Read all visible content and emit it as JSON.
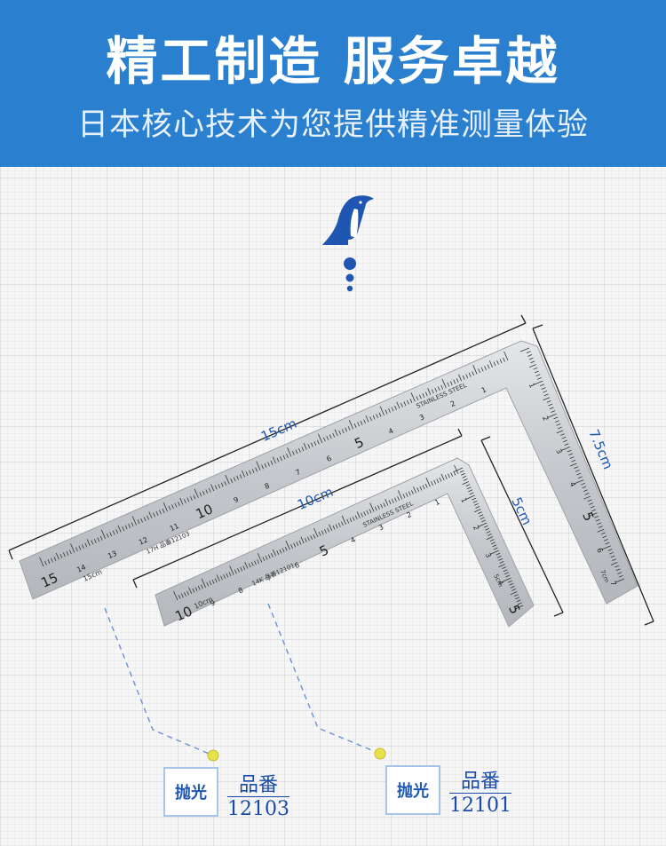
{
  "banner": {
    "title": "精工制造  服务卓越",
    "subtitle": "日本核心技术为您提供精准测量体验",
    "color": "#2a7fcf"
  },
  "logo": {
    "icon": "penguin-icon"
  },
  "rulers": {
    "large": {
      "long_numbers": [
        "15",
        "14",
        "13",
        "12",
        "11",
        "10",
        "9",
        "8",
        "7",
        "6",
        "5",
        "4",
        "3",
        "2",
        "1"
      ],
      "short_numbers": [
        "1",
        "2",
        "3",
        "4",
        "5",
        "6",
        "7"
      ],
      "short_end_label": "7cm",
      "unit_label": "15cm",
      "material": "STAINLESS STEEL",
      "code_text": "17H 品番12103",
      "dim_long": "15cm",
      "dim_short": "7.5cm"
    },
    "small": {
      "long_numbers": [
        "10",
        "9",
        "8",
        "7",
        "6",
        "5",
        "4",
        "3",
        "2",
        "1"
      ],
      "short_numbers": [
        "1",
        "2",
        "3",
        "4",
        "5"
      ],
      "short_end_label": "5cm",
      "unit_label": "10cm",
      "material": "STAINLESS STEEL",
      "code_text": "14K 品番12101",
      "dim_long": "10cm",
      "dim_short": "5cm"
    }
  },
  "products": [
    {
      "finish": "抛光",
      "label": "品番",
      "number": "12103"
    },
    {
      "finish": "抛光",
      "label": "品番",
      "number": "12101"
    }
  ],
  "colors": {
    "accent": "#1f56b2",
    "dot": "#e8e24a",
    "steel": "#c9ccd0"
  }
}
